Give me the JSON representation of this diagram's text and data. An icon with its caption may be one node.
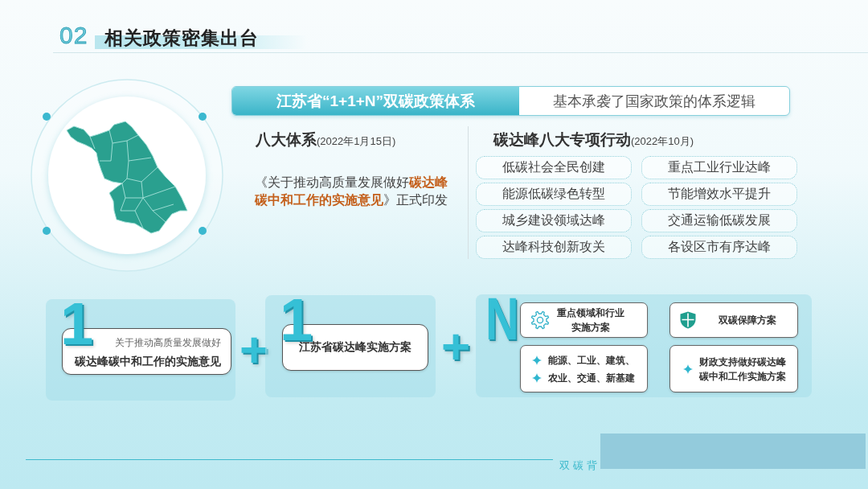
{
  "diagram": {
    "title": "相关政策密集出台",
    "nodes": [
      {
        "text": [
          "江苏省“1+1+N”双碳政策体系",
          "基本承袭了国家政策的体系逻辑"
        ]
      },
      {
        "text": [
          "低碳社会全民创建"
        ]
      },
      {
        "text": [
          "重点工业行业达峰"
        ]
      },
      {
        "text": [
          "能源低碳绿色转型"
        ]
      },
      {
        "text": [
          "节能增效水平提升"
        ]
      },
      {
        "text": [
          "城乡建设领域达峰"
        ]
      },
      {
        "text": [
          "交通运输低碳发展"
        ]
      },
      {
        "text": [
          "达峰科技创新攻关"
        ]
      },
      {
        "text": [
          "各设区市有序达峰"
        ]
      },
      {
        "text": [
          "1"
        ]
      },
      {
        "text": [
          "关于推动高质量发展做好",
          "碳达峰碳中和工作的实施意见"
        ],
        "in": 9
      },
      {
        "text": [
          "1"
        ]
      },
      {
        "text": [
          "江苏省碳达峰实施方案"
        ],
        "in": 11
      },
      {
        "text": [
          "N"
        ]
      },
      {
        "text": [
          "重点领域和行业实施方案"
        ],
        "in": 13
      },
      {
        "text": [
          "双碳保障方案"
        ],
        "in": 13
      },
      {
        "text": [
          "能源、工业、建筑、",
          "农业、交通、新基建"
        ],
        "in": 13
      },
      {
        "text": [
          "财政支持做好碳达峰碳中和工作实施方案"
        ],
        "in": 13
      }
    ],
    "labels": [
      "02",
      "八大体系",
      "(2022年1月15日)",
      "《关于推动高质量发展做好**碳达峰碳中和工作的实施意见**》正式印发",
      "碳达峰八大专项行动",
      "(2022年10月)",
      "+",
      "+",
      "双碳背"
    ]
  }
}
